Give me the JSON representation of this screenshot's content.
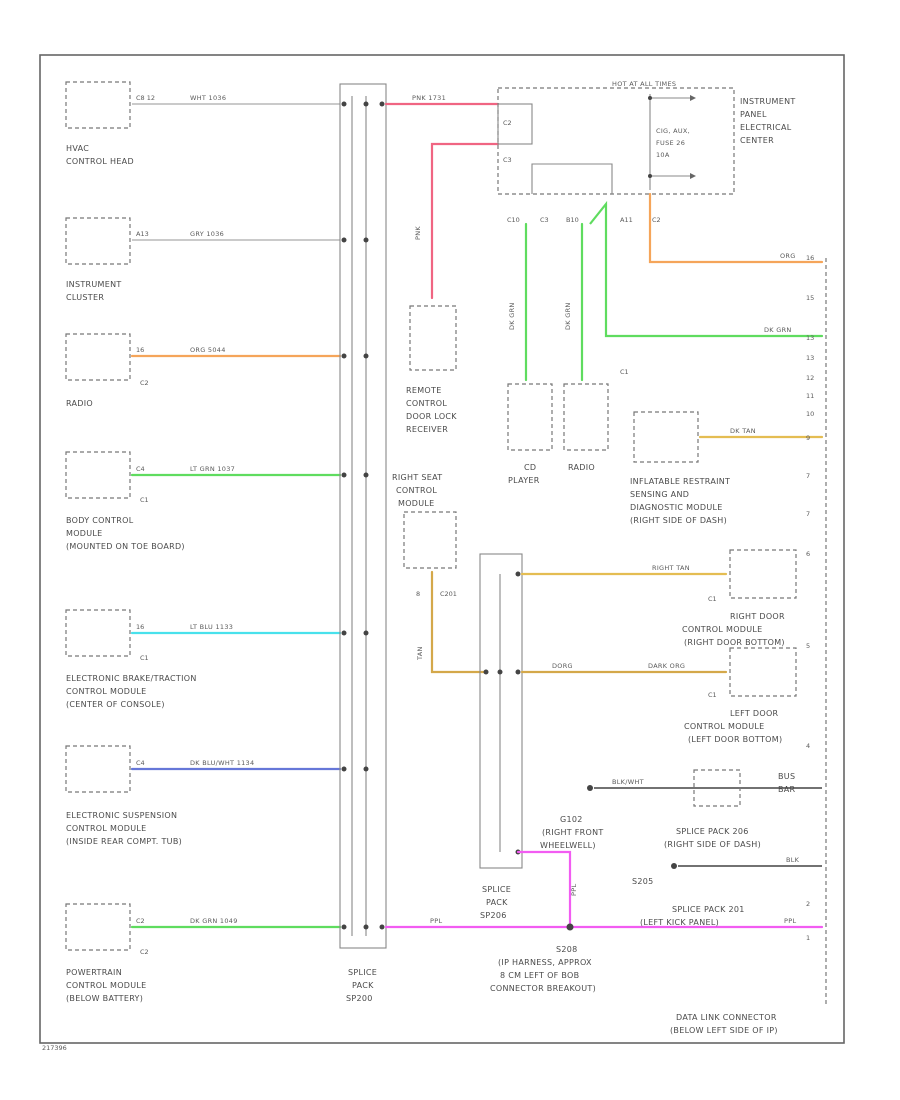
{
  "colors": {
    "gray": "#b9b9b9",
    "orange": "#f5a55a",
    "green": "#5fdc5f",
    "cyan": "#48e1ec",
    "blue": "#6677d8",
    "magenta": "#f25cf2",
    "pink": "#f06582",
    "tan": "#e4bd52",
    "dark_orange": "#d4a84a"
  },
  "components": {
    "hvac": [
      "HVAC",
      "CONTROL HEAD"
    ],
    "cluster": [
      "INSTRUMENT",
      "CLUSTER"
    ],
    "radio_left": [
      "RADIO"
    ],
    "bcm": [
      "BODY CONTROL",
      "MODULE",
      "(MOUNTED ON TOE BOARD)"
    ],
    "ebcm": [
      "ELECTRONIC BRAKE/TRACTION",
      "CONTROL MODULE",
      "(CENTER OF CONSOLE)"
    ],
    "escm": [
      "ELECTRONIC SUSPENSION",
      "CONTROL MODULE",
      "(INSIDE REAR COMPT. TUB)"
    ],
    "pcm": [
      "POWERTRAIN",
      "CONTROL MODULE",
      "(BELOW BATTERY)"
    ],
    "splice_sp200": [
      "SPLICE",
      "PACK",
      "SP200"
    ],
    "rcdlr": [
      "REMOTE",
      "CONTROL",
      "DOOR LOCK",
      "RECEIVER"
    ],
    "ipec": [
      "INSTRUMENT",
      "PANEL",
      "ELECTRICAL",
      "CENTER"
    ],
    "hot_at_all_times": "HOT AT ALL TIMES",
    "fuse": [
      "CIG, AUX,",
      "FUSE 26",
      "10A"
    ],
    "cd_player": [
      "CD",
      "PLAYER"
    ],
    "radio_right": [
      "RADIO"
    ],
    "sdm": [
      "INFLATABLE RESTRAINT",
      "SENSING AND",
      "DIAGNOSTIC MODULE",
      "(RIGHT SIDE OF DASH)"
    ],
    "rscm": [
      "RIGHT SEAT",
      "CONTROL",
      "MODULE"
    ],
    "rdcm": [
      "RIGHT DOOR",
      "CONTROL MODULE",
      "(RIGHT DOOR BOTTOM)"
    ],
    "ldcm": [
      "LEFT DOOR",
      "CONTROL MODULE",
      "(LEFT DOOR BOTTOM)"
    ],
    "splice_sp206": [
      "SPLICE",
      "PACK",
      "SP206"
    ],
    "g102": [
      "G102",
      "(RIGHT FRONT",
      "WHEELWELL)"
    ],
    "splice_206": [
      "SPLICE PACK 206",
      "(RIGHT SIDE OF DASH)"
    ],
    "splice_201": [
      "SPLICE PACK 201",
      "(LEFT KICK PANEL)"
    ],
    "s208": [
      "S208",
      "(IP HARNESS, APPROX",
      "8 CM LEFT OF BOB",
      "CONNECTOR BREAKOUT)"
    ],
    "s205": "S205",
    "bus_bar": [
      "BUS",
      "BAR"
    ],
    "dlc": [
      "DATA LINK CONNECTOR",
      "(BELOW LEFT SIDE OF IP)"
    ],
    "ref_code": "217396"
  },
  "wire_labels": {
    "hvac": "WHT  1036",
    "cluster": "GRY  1036",
    "radio": "ORG  5044",
    "bcm": "LT GRN  1037",
    "ebcm": "LT BLU  1133",
    "escm": "DK BLU/WHT  1134",
    "pcm": "DK GRN  1049",
    "pink_top": "PNK  1731",
    "pink_vert": "PNK",
    "tan_vert": "TAN",
    "tan_right": "RIGHT TAN",
    "dk_org_left": "DORG",
    "dk_org_right": "DARK ORG",
    "orange_right": "ORG",
    "green_right": "DK GRN",
    "tan_sdm": "DK TAN",
    "dlc_right": "PPL",
    "splice_magenta": "PPL",
    "blk_wht": "BLK/WHT",
    "blk": "BLK"
  },
  "pin_labels": {
    "hvac_pin": "C8 12",
    "cluster_pin": "A13",
    "radio_pin": "16",
    "bcm_pin": "C4",
    "ebcm_pin": "16",
    "escm_pin": "C4",
    "pcm_pin": "C2",
    "c2": "C2",
    "c1": "C1",
    "c3": "C3",
    "c10": "C10",
    "b10": "B10",
    "a11": "A11",
    "c201": "C201",
    "dlc_16": "16",
    "dlc_15": "15",
    "dlc_13": "13",
    "dlc_12": "12",
    "dlc_11": "11",
    "dlc_10": "10",
    "dlc_9": "9",
    "dlc_7": "7",
    "dlc_6": "6",
    "dlc_5": "5",
    "dlc_4": "4",
    "dlc_2": "2",
    "dlc_1": "1",
    "rscm_pin": "8"
  }
}
